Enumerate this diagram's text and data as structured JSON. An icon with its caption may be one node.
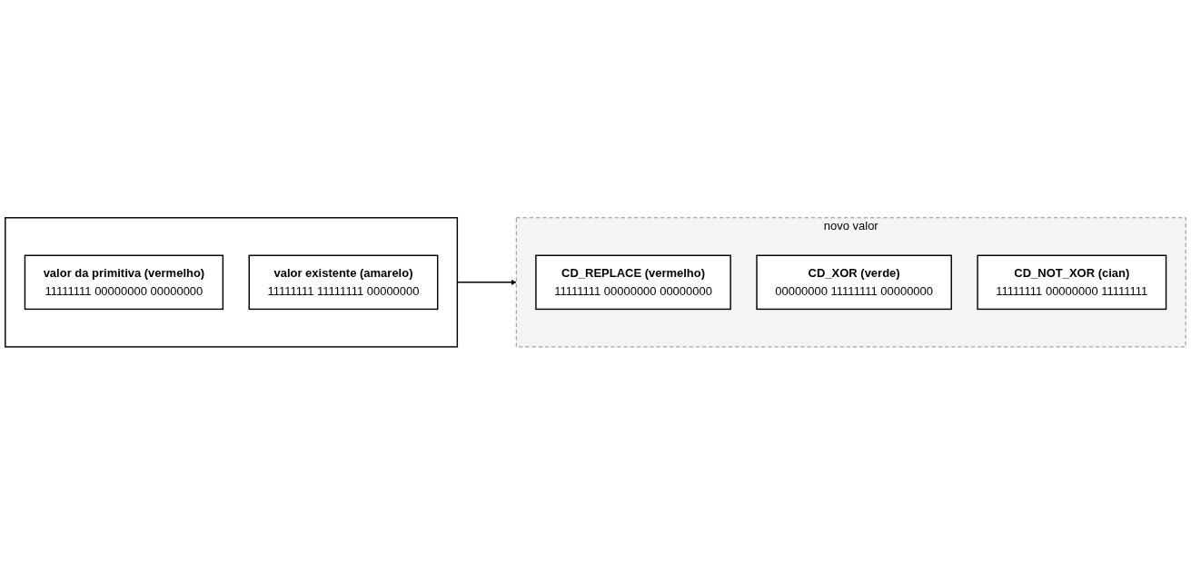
{
  "diagram": {
    "nodes": [
      {
        "text": [],
        "shape": "box"
      },
      {
        "text": [
          "valor da primitiva (vermelho)",
          "11111111 00000000 00000000"
        ],
        "in": 0
      },
      {
        "text": [
          "valor existente (amarelo)",
          "11111111 11111111 00000000"
        ],
        "in": 0
      },
      {
        "text": [
          "novo valor"
        ]
      },
      {
        "text": [
          "CD_REPLACE (vermelho)",
          "11111111 00000000 00000000"
        ],
        "in": 3
      },
      {
        "text": [
          "CD_XOR (verde)",
          "00000000 11111111 00000000"
        ],
        "in": 3
      },
      {
        "text": [
          "CD_NOT_XOR (cian)",
          "11111111 00000000 11111111"
        ],
        "in": 3
      }
    ],
    "edges": [
      {
        "from": 0,
        "to": 3,
        "arrow": "to"
      }
    ]
  }
}
